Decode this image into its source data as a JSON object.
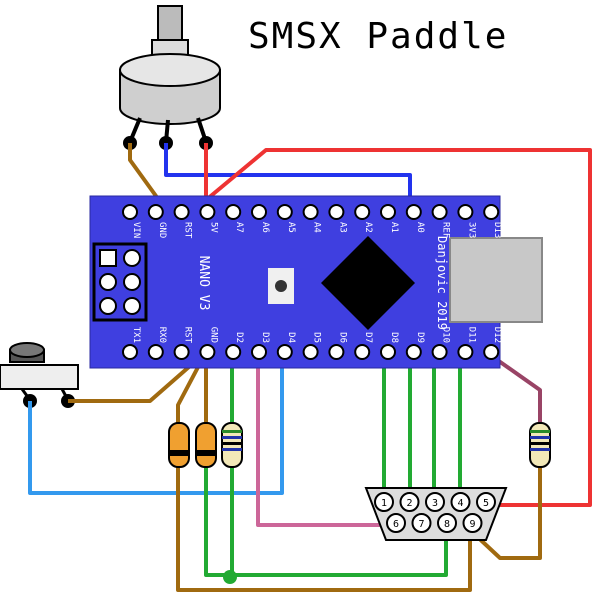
{
  "title": "SMSX Paddle",
  "board": {
    "name": "NANO V3",
    "credit": "Danjovic 2019",
    "top_pins": [
      "VIN",
      "GND",
      "RST",
      "5V",
      "A7",
      "A6",
      "A5",
      "A4",
      "A3",
      "A2",
      "A1",
      "A0",
      "REF",
      "3V3",
      "D13"
    ],
    "bottom_pins": [
      "TX1",
      "RX0",
      "RST",
      "GND",
      "D2",
      "D3",
      "D4",
      "D5",
      "D6",
      "D7",
      "D8",
      "D9",
      "D10",
      "D11",
      "D12"
    ]
  },
  "db9": {
    "top_row": [
      "1",
      "2",
      "3",
      "4",
      "5"
    ],
    "bottom_row": [
      "6",
      "7",
      "8",
      "9"
    ]
  },
  "colors": {
    "board": "#3f3fe0",
    "wire_red": "#ee3333",
    "wire_blue": "#2233ee",
    "wire_brown": "#a06a10",
    "wire_green": "#22aa33",
    "wire_lightblue": "#3399ee",
    "wire_pink": "#cc6699",
    "wire_purple": "#994466"
  }
}
